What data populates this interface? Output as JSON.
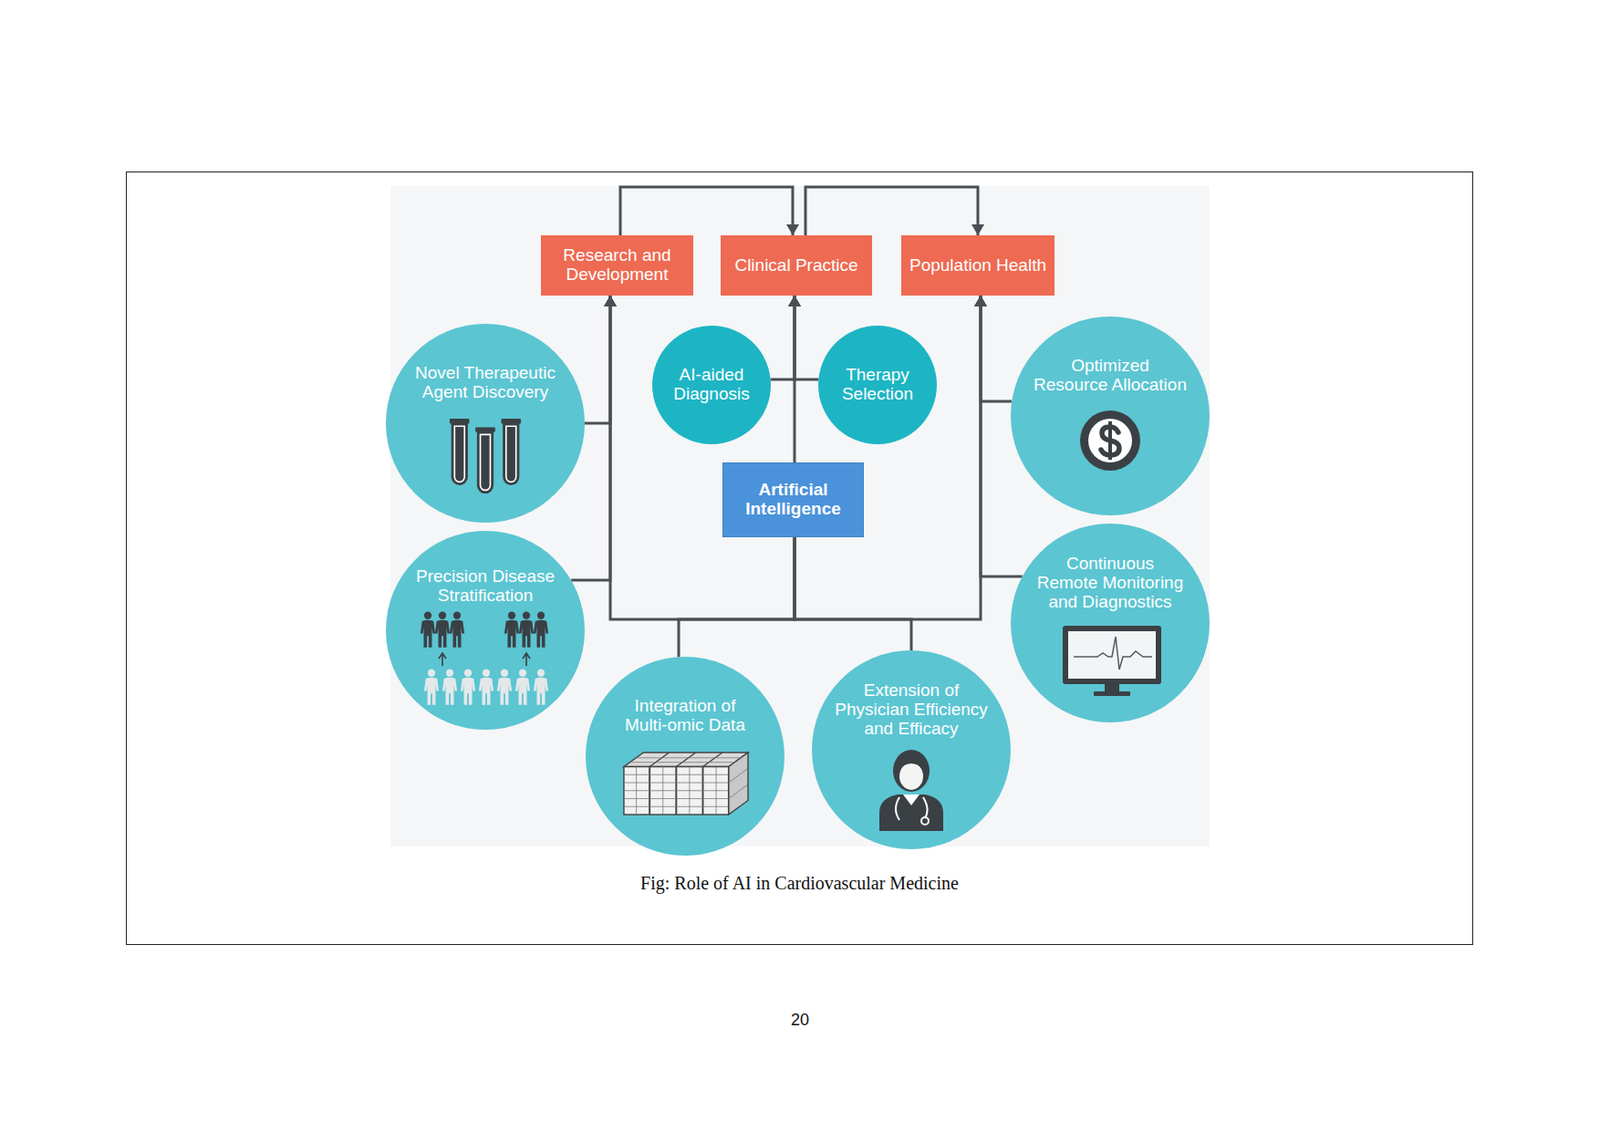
{
  "diagram": {
    "caption": "Fig: Role of AI in Cardiovascular Medicine",
    "nodes": [
      {
        "text": [
          "Research and Development"
        ]
      },
      {
        "text": [
          "Clinical Practice"
        ]
      },
      {
        "text": [
          "Population Health"
        ]
      },
      {
        "text": [
          "Novel Therapeutic Agent Discovery"
        ]
      },
      {
        "text": [
          "AI-aided Diagnosis"
        ]
      },
      {
        "text": [
          "Therapy Selection"
        ]
      },
      {
        "text": [
          "Optimized Resource Allocation"
        ]
      },
      {
        "text": [
          "Artificial Intelligence"
        ]
      },
      {
        "text": [
          "Precision Disease Stratification"
        ]
      },
      {
        "text": [
          "Continuous Remote Monitoring and Diagnostics"
        ]
      },
      {
        "text": [
          "Integration of Multi-omic Data"
        ]
      },
      {
        "text": [
          "Extension of Physician Efficiency and Efficacy"
        ]
      }
    ],
    "edges": [
      {
        "from": 0,
        "to": 1,
        "arrow": "to"
      },
      {
        "from": 1,
        "to": 2,
        "arrow": "to"
      },
      {
        "from": 7,
        "to": 0,
        "arrow": "to"
      },
      {
        "from": 7,
        "to": 1,
        "arrow": "to"
      },
      {
        "from": 7,
        "to": 2,
        "arrow": "to"
      },
      {
        "from": 3,
        "to": 0,
        "arrow": "to"
      },
      {
        "from": 8,
        "to": 0,
        "arrow": "to"
      },
      {
        "from": 4,
        "to": 1,
        "arrow": "to"
      },
      {
        "from": 5,
        "to": 1,
        "arrow": "to"
      },
      {
        "from": 6,
        "to": 2,
        "arrow": "to"
      },
      {
        "from": 9,
        "to": 2,
        "arrow": "to"
      },
      {
        "from": 10,
        "to": 7,
        "arrow": "none"
      },
      {
        "from": 11,
        "to": 7,
        "arrow": "none"
      }
    ],
    "labels": [
      "20"
    ]
  }
}
